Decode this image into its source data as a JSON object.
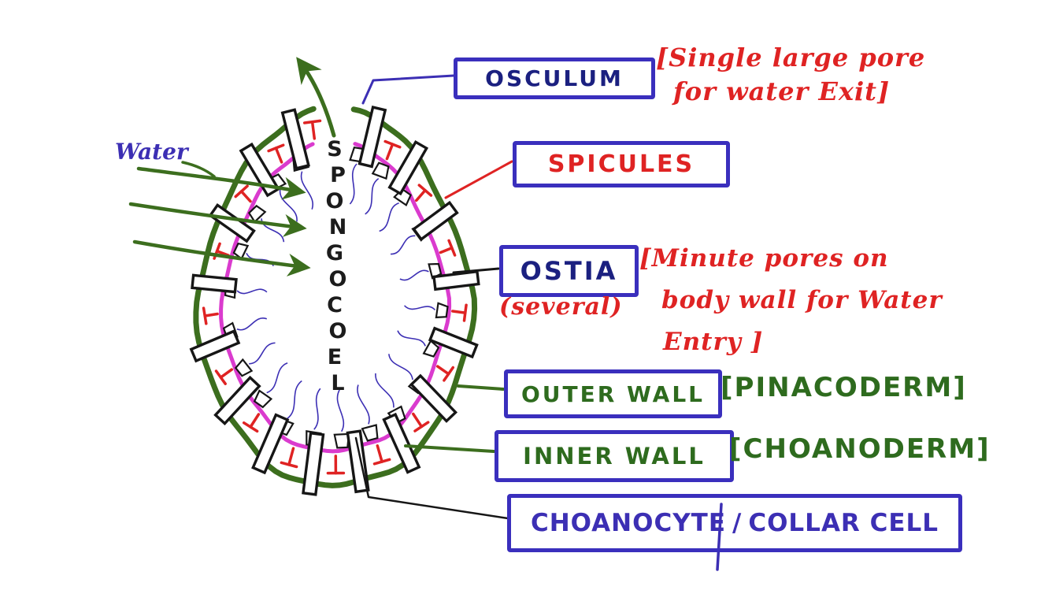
{
  "colors": {
    "box_border": "#3a2fbd",
    "navy": "#1b2080",
    "red": "#df2323",
    "green": "#2e6b1e",
    "wall_green": "#3c6e1e",
    "magenta": "#da3bce",
    "indigo": "#3c2fb4",
    "black": "#161616"
  },
  "diagram": {
    "spongocoel_label": "SPONGOCOEL",
    "water_label": "Water"
  },
  "labels": {
    "osculum": {
      "text": "OSCULUM",
      "note_line1": "[Single large pore",
      "note_line2": "for water Exit]"
    },
    "spicules": {
      "text": "SPICULES"
    },
    "ostia": {
      "text": "OSTIA",
      "qualifier": "(several)",
      "note_line1": "[Minute pores on",
      "note_line2": "body wall for Water",
      "note_line3": "Entry ]"
    },
    "outer_wall": {
      "text": "OUTER WALL",
      "note": "[PINACODERM]"
    },
    "inner_wall": {
      "text": "INNER WALL",
      "note": "[CHOANODERM]"
    },
    "choanocyte": {
      "text_left": "CHOANOCYTE",
      "separator": "/",
      "text_right": "COLLAR CELL"
    }
  }
}
